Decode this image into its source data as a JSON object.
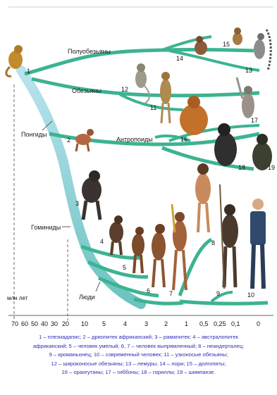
{
  "labels": {
    "prosimians": "Полуобезьяны",
    "monkeys": "Обезьяны",
    "pongids": "Понгиды",
    "anthropoids": "Антропоиды",
    "hominids": "Гоминиды",
    "people": "Люди"
  },
  "numbers": [
    "1",
    "2",
    "3",
    "4",
    "5",
    "6",
    "7",
    "8",
    "9",
    "10",
    "11",
    "12",
    "13",
    "14",
    "15",
    "16",
    "17",
    "18",
    "19"
  ],
  "axis": {
    "unit": "млн лет",
    "ticks": [
      "70",
      "60",
      "50",
      "40",
      "30",
      "20",
      "10",
      "5",
      "4",
      "3",
      "2",
      "1",
      "0,5",
      "0,25",
      "0,1",
      "0"
    ]
  },
  "legend": [
    "1 – плезиадапис;  2 – дриопитек африканский;  3 – рамапитек;  4 – австралопитек",
    "африканский;  5 – человек умелый;  6, 7 – человек выпрямленный;  8 – неандерталец;",
    "9 – кроманьонец;  10 – современный человек;  11 – узконосые обезьяны;",
    "12 – широконосые обезьяны;  13 – лемуры;  14 – лори;  15 – долгопяты;",
    "16 – орангутаны;  17 – гиббоны;  18 – гориллы;  19 – шимпанзе."
  ],
  "colors": {
    "branch": "#3cb392",
    "branch_light": "#a9dfe6",
    "legend_text": "#2a2fb8",
    "fur_brown": "#7a4a24",
    "fur_orange": "#c2702a",
    "fur_dark": "#3b3b3b"
  }
}
